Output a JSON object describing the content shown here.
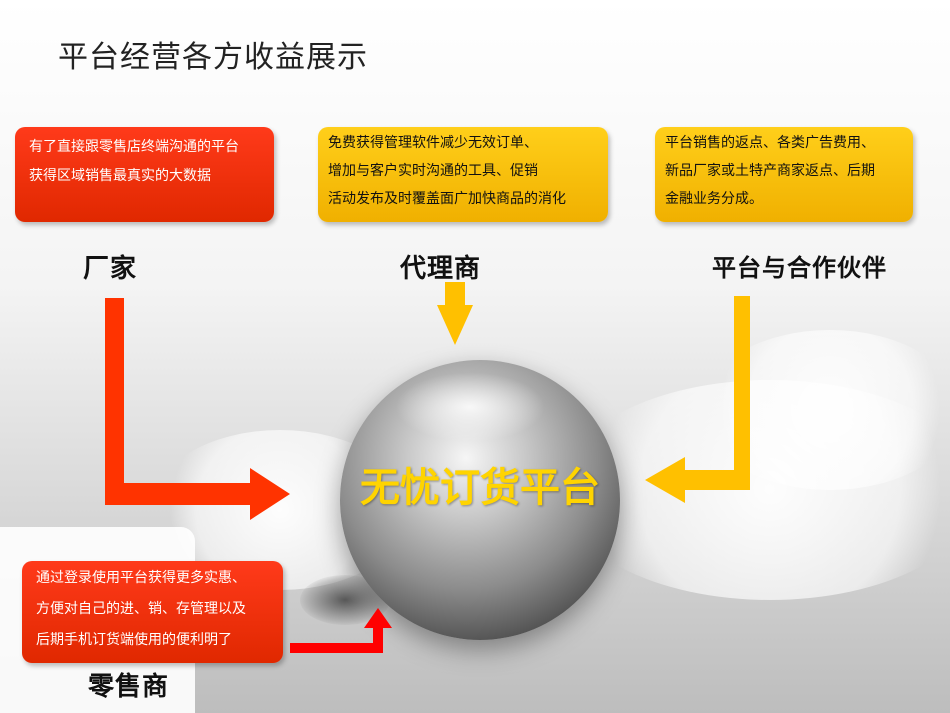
{
  "title": "平台经营各方收益展示",
  "center": {
    "label": "无忧订货平台"
  },
  "parties": {
    "manufacturer": {
      "label": "厂家",
      "benefit_lines": [
        "有了直接跟零售店终端沟通的平台",
        "获得区域销售最真实的大数据"
      ]
    },
    "agent": {
      "label": "代理商",
      "benefit_lines": [
        "免费获得管理软件减少无效订单、",
        "增加与客户实时沟通的工具、促销",
        "活动发布及时覆盖面广加快商品的消化"
      ]
    },
    "partner": {
      "label": "平台与合作伙伴",
      "benefit_lines": [
        "平台销售的返点、各类广告费用、",
        "新品厂家或土特产商家返点、后期",
        "金融业务分成。"
      ]
    },
    "retailer": {
      "label": "零售商",
      "benefit_lines": [
        "通过登录使用平台获得更多实惠、",
        "方便对自己的进、销、存管理以及",
        "后期手机订货端使用的便利明了"
      ]
    }
  },
  "colors": {
    "red": "#ff3300",
    "gold": "#ffc000",
    "center_text": "#ffd400"
  }
}
